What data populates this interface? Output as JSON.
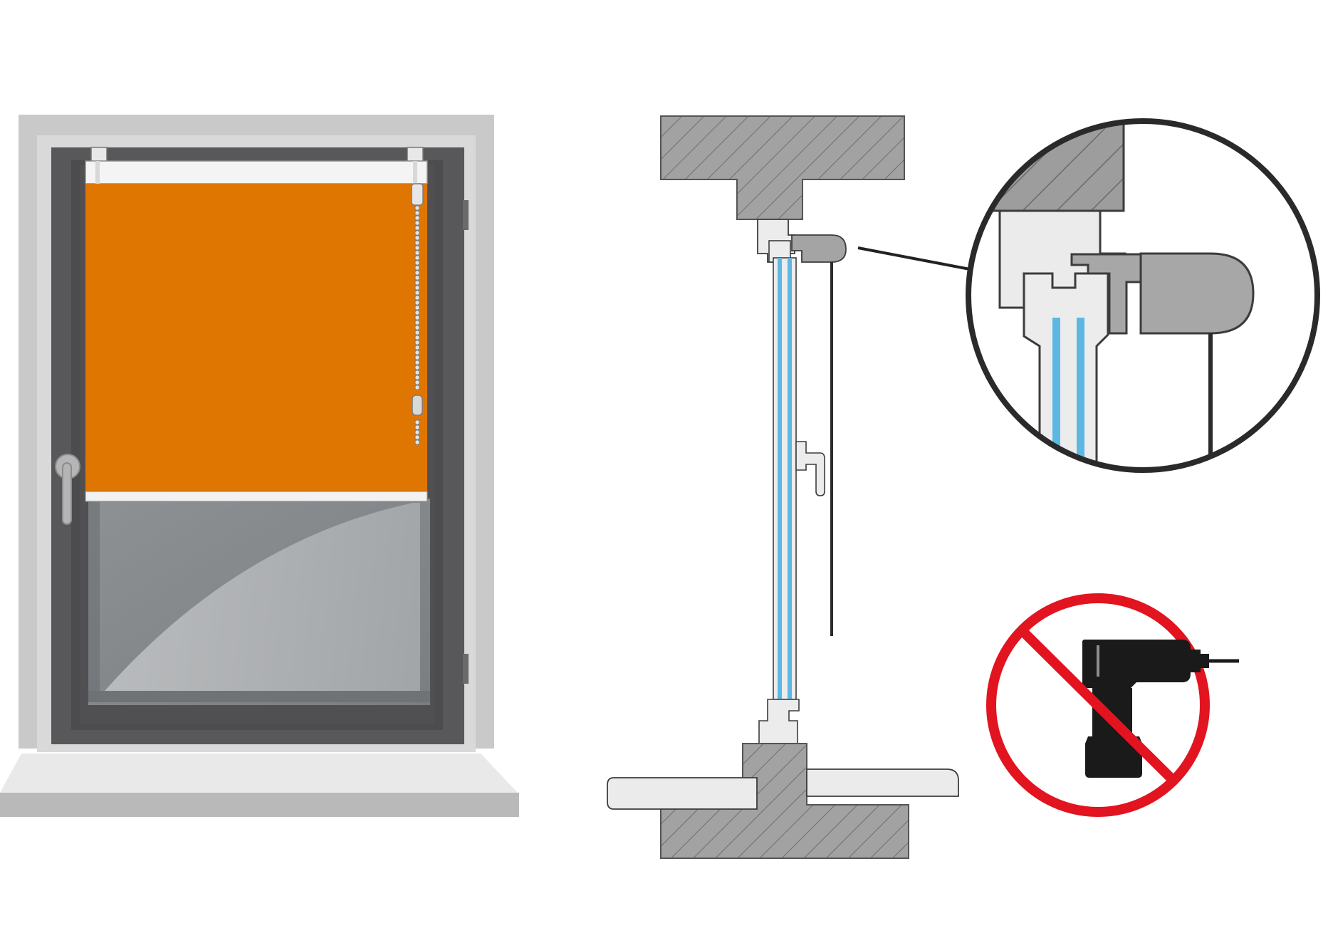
{
  "colors": {
    "background": "#ffffff",
    "wall_reveal": "#c9c9ca",
    "frame": "#58585a",
    "sash_dark": "#4d4d4f",
    "blind_fabric": "#e07602",
    "headrail": "#f4f4f4",
    "glass": "#8f9396",
    "sill": "#e6e6e6",
    "masonry": "#9a9a9b",
    "hatch": "#6a6a6b",
    "profile_light": "#ececec",
    "profile_outline": "#3c3c3c",
    "glass_blue": "#5cb8e2",
    "bracket_grey": "#a4a4a5",
    "prohibition_red": "#e1141f",
    "drill_black": "#1a1a1a"
  },
  "panels": [
    {
      "id": "front-view",
      "icon": "window-with-roller-blind-icon"
    },
    {
      "id": "section-view",
      "icon": "window-cross-section-icon"
    },
    {
      "id": "detail-view",
      "icon": "clamp-bracket-detail-icon"
    },
    {
      "id": "badge",
      "icon": "no-drilling-icon"
    }
  ]
}
